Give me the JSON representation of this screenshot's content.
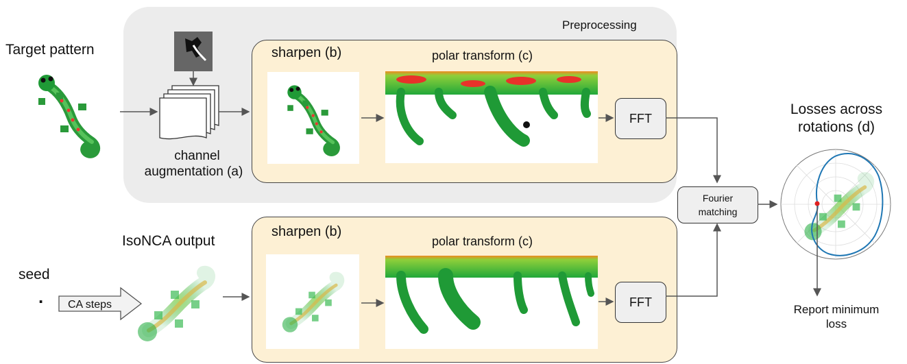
{
  "labels": {
    "target_pattern": "Target pattern",
    "preprocessing": "Preprocessing",
    "channel_aug_line1": "channel",
    "channel_aug_line2": "augmentation (a)",
    "sharpen_top": "sharpen (b)",
    "polar_top": "polar transform (c)",
    "fft_top": "FFT",
    "fourier_line1": "Fourier",
    "fourier_line2": "matching",
    "losses_line1": "Losses across",
    "losses_line2": "rotations (d)",
    "isonca_output": "IsoNCA output",
    "seed": "seed",
    "seed_dot": ".",
    "ca_steps": "CA steps",
    "sharpen_bottom": "sharpen (b)",
    "polar_bottom": "polar transform (c)",
    "fft_bottom": "FFT",
    "report_line1": "Report minimum",
    "report_line2": "loss"
  },
  "colors": {
    "preprocessing_bg": "#ececec",
    "panel_bg": "#fdf0d4",
    "box_bg": "#efefef",
    "lizard_green": "#1fa83a",
    "polar_curve": "#1f77b4",
    "min_point": "#e02020"
  }
}
